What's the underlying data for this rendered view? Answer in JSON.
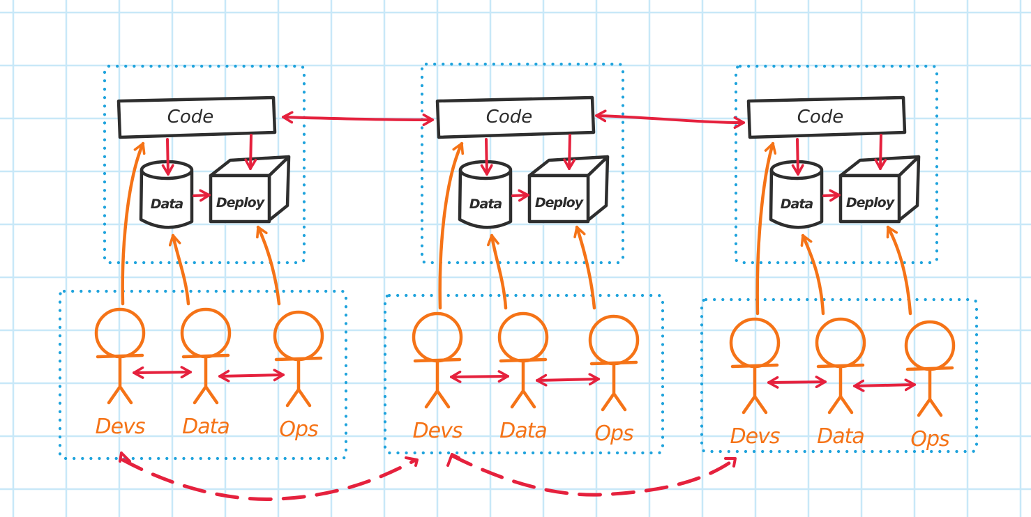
{
  "diagram": {
    "title": "",
    "colors": {
      "grid": "#c8e8f8",
      "team_boundary": "#1fa3dc",
      "system_outline": "#2e2e2e",
      "flow_arrows": "#e5213d",
      "people": "#f57317"
    },
    "teams": [
      {
        "id": "team-1",
        "system": {
          "code_label": "Code",
          "data_label": "Data",
          "deploy_label": "Deploy"
        },
        "people": [
          {
            "role": "Devs",
            "targets": "Code"
          },
          {
            "role": "Data",
            "targets": "Data"
          },
          {
            "role": "Ops",
            "targets": "Deploy"
          }
        ]
      },
      {
        "id": "team-2",
        "system": {
          "code_label": "Code",
          "data_label": "Data",
          "deploy_label": "Deploy"
        },
        "people": [
          {
            "role": "Devs",
            "targets": "Code"
          },
          {
            "role": "Data",
            "targets": "Data"
          },
          {
            "role": "Ops",
            "targets": "Deploy"
          }
        ]
      },
      {
        "id": "team-3",
        "system": {
          "code_label": "Code",
          "data_label": "Data",
          "deploy_label": "Deploy"
        },
        "people": [
          {
            "role": "Devs",
            "targets": "Code"
          },
          {
            "role": "Data",
            "targets": "Data"
          },
          {
            "role": "Ops",
            "targets": "Deploy"
          }
        ]
      }
    ],
    "connections": {
      "within_system": [
        "Code → Data",
        "Code → Deploy",
        "Data → Deploy"
      ],
      "within_team_people": [
        "Devs ↔ Data",
        "Data ↔ Ops"
      ],
      "between_code_boxes": [
        "team-1 Code ↔ team-2 Code",
        "team-2 Code ↔ team-3 Code"
      ],
      "between_teams_dashed": [
        "team-1 Devs ↔ team-2 Devs",
        "team-2 Devs ↔ team-3 Devs"
      ]
    }
  }
}
